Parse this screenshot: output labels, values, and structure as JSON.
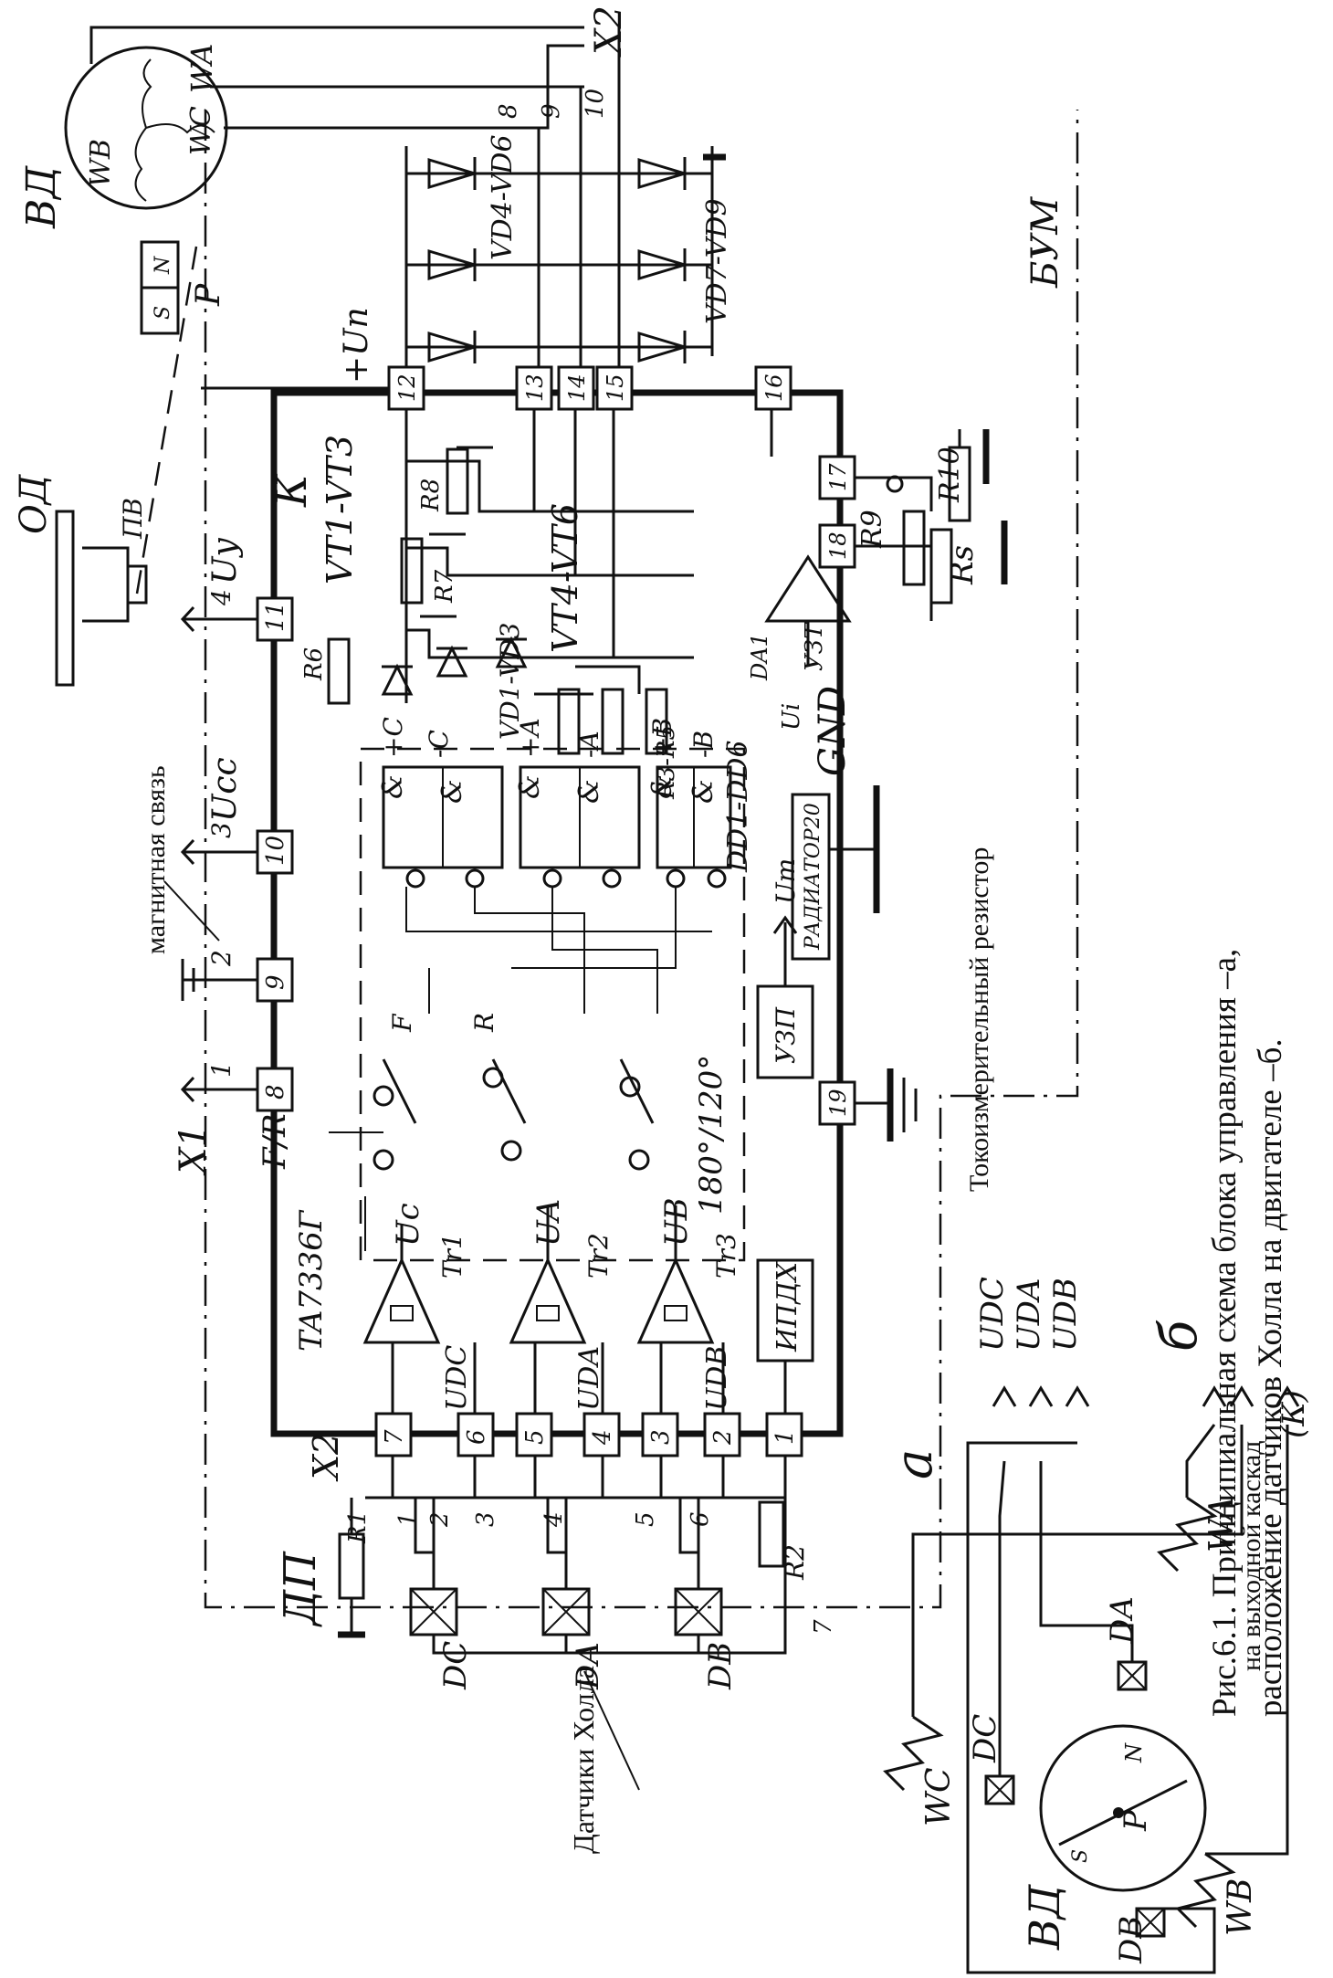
{
  "caption": {
    "line1": "Рис.6.1. Принципиальная схема блока управления –а,",
    "line2": "расположение датчиков Холла на двигателе –б."
  },
  "labels": {
    "hall_sensors": "Датчики Холла",
    "magnetic_link": "магнитная связь",
    "current_resistor": "Токоизмерительный резистор",
    "output_stage_1": "на выходной каскад",
    "output_stage_2": "(К)"
  },
  "hand": {
    "motor": "ВД",
    "motor_b": "ВД",
    "wa": "WA",
    "wb": "WB",
    "wc": "WC",
    "bum": "БУМ",
    "x2_top": "X2",
    "x2_left": "X2",
    "x1": "X1",
    "dp": "ДП",
    "od": "ОД",
    "pv": "ПВ",
    "p": "P",
    "n": "N",
    "s": "S",
    "k": "К",
    "up": "+Uп",
    "uy": "Uу",
    "ucc": "Ucc",
    "fr": "F/R",
    "chip": "TA7336Г",
    "ipdh": "ИПДХ",
    "uzp": "УЗП",
    "ut": "Uт",
    "radiator": "РАДИАТОР20",
    "gnd": "GND",
    "uzt": "УЗТ",
    "da1": "DA1",
    "ui": "Uі",
    "vt13": "VT1-VT3",
    "vt46": "VT4-VT6",
    "vd13": "VD1-VD3",
    "vd46": "VD4-VD6",
    "vd79": "VD7-VD9",
    "dd16": "DD1-DD6",
    "r35": "R3-R5",
    "r1": "R1",
    "r2": "R2",
    "r6": "R6",
    "r7": "R7",
    "r8": "R8",
    "r9": "R9",
    "r10": "R10",
    "rs": "Rs",
    "tr1": "Tr1",
    "tr2": "Tr2",
    "tr3": "Tr3",
    "uc": "Uc",
    "ua": "UA",
    "ub": "UB",
    "udc": "UDC",
    "uda": "UDA",
    "udb": "UDB",
    "dc": "DC",
    "da": "DA",
    "db": "DB",
    "mode": "180°/120°",
    "f": "F",
    "r": "R",
    "plus_c": "+C",
    "minus_c": "-C",
    "plus_a": "+A",
    "minus_a": "-A",
    "plus_b": "+B",
    "minus_b": "-B",
    "a_tag": "а",
    "b_tag": "б",
    "gate": "&"
  },
  "pins": {
    "x1": [
      "1",
      "2",
      "3",
      "4"
    ],
    "x2_left": [
      "1",
      "2",
      "3",
      "4",
      "5",
      "6",
      "7"
    ],
    "x2_top": [
      "8",
      "9",
      "10"
    ],
    "ic_bottom": [
      "7",
      "6",
      "5",
      "4",
      "3",
      "2",
      "1"
    ],
    "ic_top": [
      "8",
      "9",
      "10",
      "11"
    ],
    "ic_right": [
      "12",
      "13",
      "14",
      "15",
      "16",
      "17",
      "18",
      "19"
    ]
  }
}
